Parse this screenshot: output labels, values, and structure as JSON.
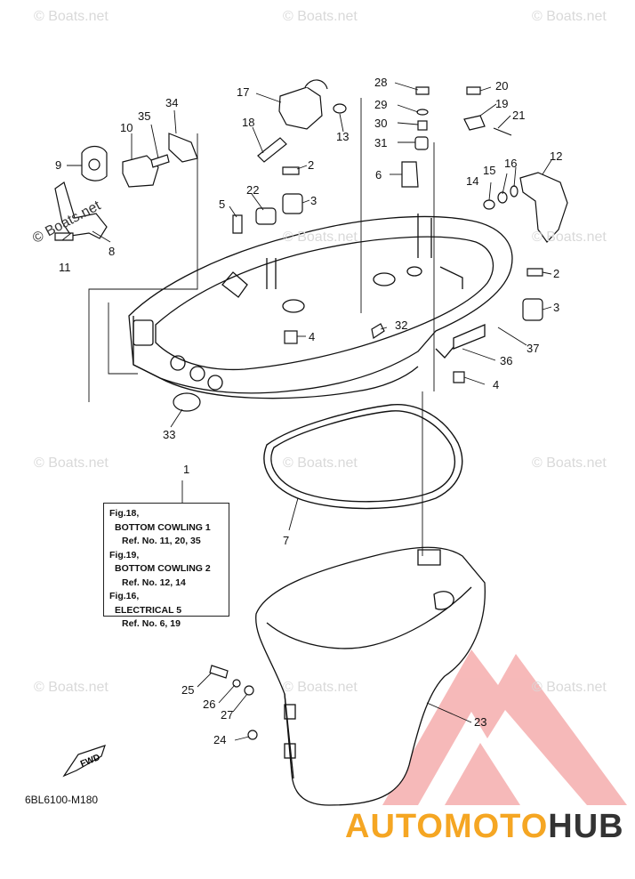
{
  "watermarks": {
    "text": "© Boats.net",
    "dark_text": "© Boats.net"
  },
  "callouts": {
    "n1": "1",
    "n2a": "2",
    "n2b": "2",
    "n3a": "3",
    "n3b": "3",
    "n4a": "4",
    "n4b": "4",
    "n5": "5",
    "n6": "6",
    "n7": "7",
    "n8": "8",
    "n9": "9",
    "n10": "10",
    "n11": "11",
    "n12": "12",
    "n13": "13",
    "n14": "14",
    "n15": "15",
    "n16": "16",
    "n17": "17",
    "n18": "18",
    "n19": "19",
    "n20": "20",
    "n21": "21",
    "n22": "22",
    "n23": "23",
    "n24": "24",
    "n25": "25",
    "n26": "26",
    "n27": "27",
    "n28": "28",
    "n29": "29",
    "n30": "30",
    "n31": "31",
    "n32": "32",
    "n33": "33",
    "n34": "34",
    "n35": "35",
    "n36": "36",
    "n37": "37"
  },
  "reference_box": {
    "l1": "Fig.18,",
    "l2": "BOTTOM COWLING 1",
    "l3": "Ref. No. 11, 20, 35",
    "l4": "Fig.19,",
    "l5": "BOTTOM COWLING 2",
    "l6": "Ref. No. 12, 14",
    "l7": "Fig.16,",
    "l8": "ELECTRICAL 5",
    "l9": "Ref. No. 6, 19"
  },
  "fwd_label": "FWD",
  "part_code": "6BL6100-M180",
  "brand": {
    "part1": "AUTOMOTO",
    "part2": "HUB"
  },
  "colors": {
    "brand_orange": "#f5a623",
    "brand_dark": "#333333",
    "logo_red": "#e8262b",
    "line": "#111111"
  }
}
